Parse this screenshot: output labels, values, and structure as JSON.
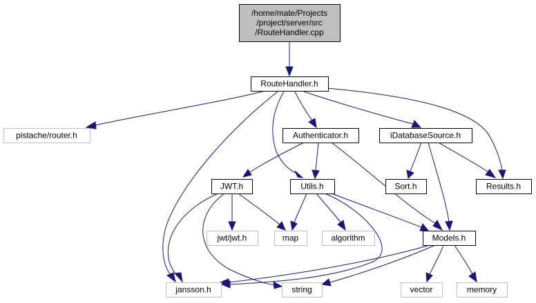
{
  "colors": {
    "edge": "#191970",
    "root_fill": "#bfbfbf",
    "root_stroke": "#000000",
    "local_stroke": "#000000",
    "system_stroke": "#bfbfbf",
    "fill": "#ffffff"
  },
  "graph": {
    "nodes": [
      {
        "id": "root",
        "lines": [
          "/home/mate/Projects",
          "/project/server/src",
          "/RouteHandler.cpp"
        ],
        "kind": "root"
      },
      {
        "id": "routehandler",
        "lines": [
          "RouteHandler.h"
        ],
        "kind": "local"
      },
      {
        "id": "pistache",
        "lines": [
          "pistache/router.h"
        ],
        "kind": "system"
      },
      {
        "id": "authenticator",
        "lines": [
          "Authenticator.h"
        ],
        "kind": "local"
      },
      {
        "id": "idatabase",
        "lines": [
          "iDatabaseSource.h"
        ],
        "kind": "local"
      },
      {
        "id": "jwt",
        "lines": [
          "JWT.h"
        ],
        "kind": "local"
      },
      {
        "id": "utils",
        "lines": [
          "Utils.h"
        ],
        "kind": "local"
      },
      {
        "id": "sort",
        "lines": [
          "Sort.h"
        ],
        "kind": "local"
      },
      {
        "id": "results",
        "lines": [
          "Results.h"
        ],
        "kind": "local"
      },
      {
        "id": "jwtjwt",
        "lines": [
          "jwt/jwt.h"
        ],
        "kind": "system"
      },
      {
        "id": "map",
        "lines": [
          "map"
        ],
        "kind": "system"
      },
      {
        "id": "algorithm",
        "lines": [
          "algorithm"
        ],
        "kind": "system"
      },
      {
        "id": "models",
        "lines": [
          "Models.h"
        ],
        "kind": "local"
      },
      {
        "id": "jansson",
        "lines": [
          "jansson.h"
        ],
        "kind": "system"
      },
      {
        "id": "string",
        "lines": [
          "string"
        ],
        "kind": "system"
      },
      {
        "id": "vector",
        "lines": [
          "vector"
        ],
        "kind": "system"
      },
      {
        "id": "memory",
        "lines": [
          "memory"
        ],
        "kind": "system"
      }
    ],
    "edges": [
      [
        "root",
        "routehandler"
      ],
      [
        "routehandler",
        "pistache"
      ],
      [
        "routehandler",
        "authenticator"
      ],
      [
        "routehandler",
        "idatabase"
      ],
      [
        "routehandler",
        "results"
      ],
      [
        "routehandler",
        "utils"
      ],
      [
        "routehandler",
        "jansson"
      ],
      [
        "authenticator",
        "jwt"
      ],
      [
        "authenticator",
        "utils"
      ],
      [
        "authenticator",
        "models"
      ],
      [
        "idatabase",
        "sort"
      ],
      [
        "idatabase",
        "results"
      ],
      [
        "idatabase",
        "models"
      ],
      [
        "jwt",
        "jwtjwt"
      ],
      [
        "jwt",
        "map"
      ],
      [
        "jwt",
        "jansson"
      ],
      [
        "jwt",
        "string"
      ],
      [
        "utils",
        "map"
      ],
      [
        "utils",
        "algorithm"
      ],
      [
        "utils",
        "models"
      ],
      [
        "utils",
        "jansson"
      ],
      [
        "models",
        "jansson"
      ],
      [
        "models",
        "string"
      ],
      [
        "models",
        "vector"
      ],
      [
        "models",
        "memory"
      ]
    ]
  }
}
